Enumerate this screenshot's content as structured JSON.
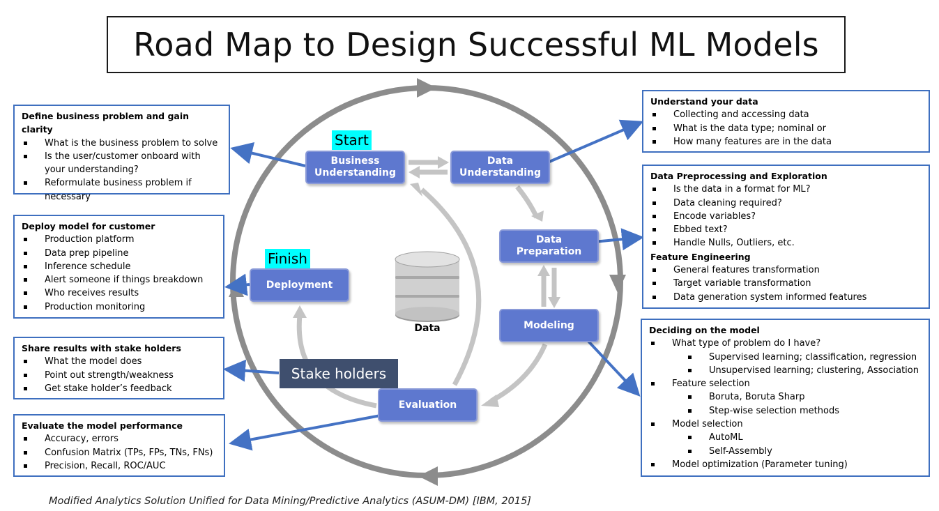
{
  "title": "Road Map to Design Successful ML Models",
  "stages": {
    "business_understanding": "Business\nUnderstanding",
    "data_understanding": "Data\nUnderstanding",
    "data_preparation": "Data\nPreparation",
    "modeling": "Modeling",
    "evaluation": "Evaluation",
    "deployment": "Deployment"
  },
  "tags": {
    "start": "Start",
    "finish": "Finish"
  },
  "stake_holders": "Stake holders",
  "data_label": "Data",
  "boxes": {
    "define": {
      "heading": "Define business problem and gain clarity",
      "items": [
        "What is the business problem to solve",
        "Is the user/customer onboard with your understanding?",
        "Reformulate business problem if necessary"
      ]
    },
    "deploy": {
      "heading": "Deploy model for customer",
      "items": [
        "Production platform",
        "Data prep pipeline",
        "Inference schedule",
        "Alert someone if things breakdown",
        "Who receives results",
        "Production monitoring"
      ]
    },
    "share": {
      "heading": "Share results with stake holders",
      "items": [
        "What the model does",
        "Point out strength/weakness",
        "Get stake holder’s feedback"
      ]
    },
    "evaluate": {
      "heading": "Evaluate the model performance",
      "items": [
        "Accuracy, errors",
        "Confusion Matrix (TPs, FPs, TNs, FNs)",
        "Precision, Recall, ROC/AUC"
      ]
    },
    "understand": {
      "heading": "Understand your data",
      "items": [
        "Collecting and accessing data",
        "What is the data type; nominal or",
        "How many features are in the data"
      ]
    },
    "preprocess": {
      "heading": "Data Preprocessing and Exploration",
      "items": [
        "Is the data in a format for ML?",
        "Data cleaning required?",
        "Encode variables?",
        "Ebbed text?",
        "Handle Nulls, Outliers, etc."
      ],
      "heading2": "Feature Engineering",
      "items2": [
        "General features transformation",
        "Target variable transformation",
        "Data generation system informed features"
      ]
    },
    "model": {
      "heading": "Deciding on the model",
      "l1_0": "What type of problem do I have?",
      "l2_0": "Supervised learning; classification, regression",
      "l2_1": "Unsupervised learning; clustering, Association",
      "l1_1": "Feature selection",
      "l2_2": "Boruta, Boruta Sharp",
      "l2_3": "Step-wise selection methods",
      "l1_2": "Model selection",
      "l2_4": "AutoML",
      "l2_5": "Self-Assembly",
      "l1_3": "Model optimization (Parameter tuning)"
    }
  },
  "caption": "Modified Analytics Solution Unified for Data Mining/Predictive Analytics (ASUM-DM) [IBM, 2015]",
  "colors": {
    "stage_fill": "#5e78cf",
    "connector_blue": "#4472c4",
    "cycle_gray": "#8c8c8c",
    "inner_gray": "#c4c4c4",
    "highlight": "#00ffff",
    "stake_fill": "#3f4f6e"
  }
}
